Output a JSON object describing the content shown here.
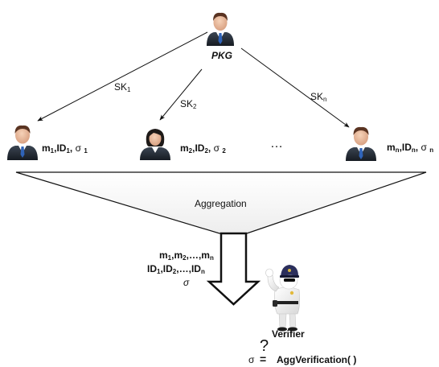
{
  "pkg": {
    "label": "PKG"
  },
  "keys": [
    {
      "base": "SK",
      "sub": "1"
    },
    {
      "base": "SK",
      "sub": "2"
    },
    {
      "base": "SK",
      "sub": "n"
    }
  ],
  "users": [
    {
      "m": "m",
      "id": "ID",
      "sub": "1",
      "sigma": "σ",
      "sigma_sub": "1"
    },
    {
      "m": "m",
      "id": "ID",
      "sub": "2",
      "sigma": "σ",
      "sigma_sub": "2"
    },
    {
      "m": "m",
      "id": "ID",
      "sub": "n",
      "sigma": "σ",
      "sigma_sub": "n"
    }
  ],
  "ellipsis": "…",
  "aggregation": {
    "label": "Aggregation"
  },
  "aggregate": {
    "messages": {
      "base": "m",
      "subs": [
        "1",
        "2",
        "n"
      ],
      "sep": ",",
      "dots": "…"
    },
    "ids": {
      "base": "ID",
      "subs": [
        "1",
        "2",
        "n"
      ],
      "sep": ",",
      "dots": "…"
    },
    "sigma": "σ"
  },
  "verifier": {
    "label": "Verifier"
  },
  "verification": {
    "sigma": "σ",
    "question": "?",
    "equals": "=",
    "function": "AggVerification( )"
  }
}
